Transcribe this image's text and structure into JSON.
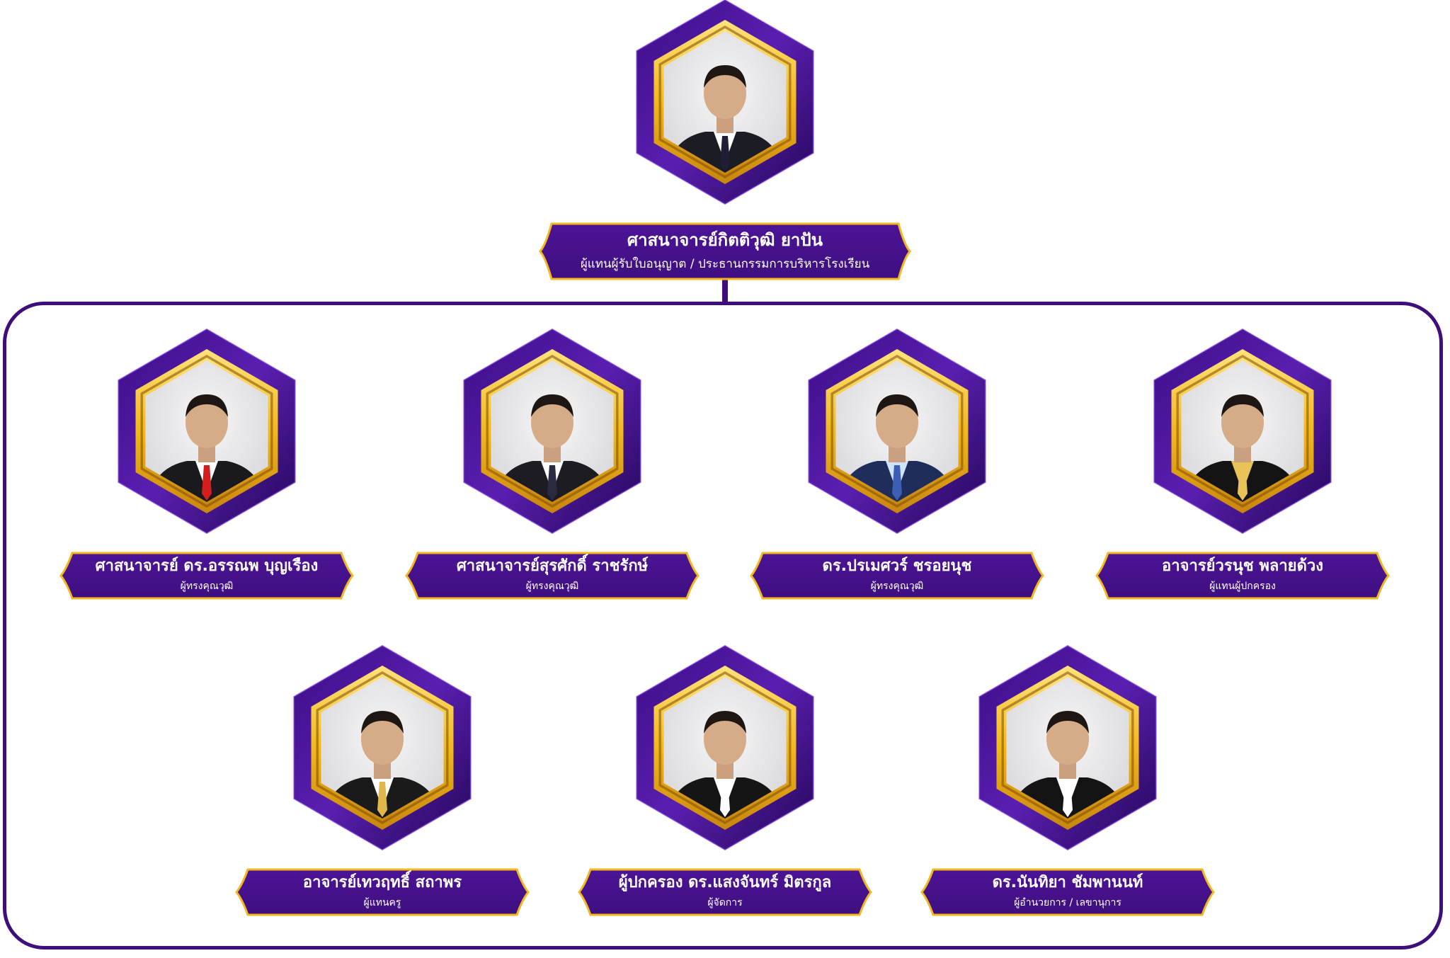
{
  "chair": {
    "name": "ศาสนาจารย์กิตติวุฒิ ยาปัน",
    "role": "ผู้แทนผู้รับใบอนุญาต / ประธานกรรมการบริหารโรงเรียน"
  },
  "members": [
    {
      "name": "ศาสนาจารย์ ดร.อรรณพ บุญเรือง",
      "role": "ผู้ทรงคุณวุฒิ",
      "photo": {
        "shirt": "#ffffff",
        "tie": "#d41e1e",
        "suit": "#1a1a1e"
      }
    },
    {
      "name": "ศาสนาจารย์สุรศักดิ์ ราชรักษ์",
      "role": "ผู้ทรงคุณวุฒิ",
      "photo": {
        "shirt": "#ffffff",
        "tie": "#2a2a40",
        "suit": "#1c1c22"
      }
    },
    {
      "name": "ดร.ปรเมศวร์ ชรอยนุช",
      "role": "ผู้ทรงคุณวุฒิ",
      "photo": {
        "shirt": "#cfe3ff",
        "tie": "#3c5fb4",
        "suit": "#1e2d5a"
      }
    },
    {
      "name": "อาจารย์วรนุช พลายด้วง",
      "role": "ผู้แทนผู้ปกครอง",
      "photo": {
        "shirt": "#e8c35a",
        "tie": "#e8c35a",
        "suit": "#141414"
      }
    },
    {
      "name": "อาจารย์เทวฤทธิ์ สถาพร",
      "role": "ผู้แทนครู",
      "photo": {
        "shirt": "#ffffff",
        "tie": "#e0b74a",
        "suit": "#1a1a1a"
      }
    },
    {
      "name": "ผู้ปกครอง ดร.แสงจันทร์ มิตรกูล",
      "role": "ผู้จัดการ",
      "photo": {
        "shirt": "#ffffff",
        "tie": "#ffffff",
        "suit": "#151515"
      }
    },
    {
      "name": "ดร.นันทิยา ชัมพานนท์",
      "role": "ผู้อำนวยการ / เลขานุการ",
      "photo": {
        "shirt": "#ffffff",
        "tie": "#ffffff",
        "suit": "#141414"
      }
    }
  ],
  "chair_photo": {
    "shirt": "#ffffff",
    "tie": "#1e1e34",
    "suit": "#1c1c24"
  },
  "colors": {
    "frame": "#3e0f7a",
    "hex_purple": "#3b0d86",
    "hex_purple_dark": "#230656",
    "gold": "#f2b81d",
    "gold_light": "#ffe27a",
    "photo_bg": "#e6e6e8",
    "plaque": "#3e0f80"
  }
}
